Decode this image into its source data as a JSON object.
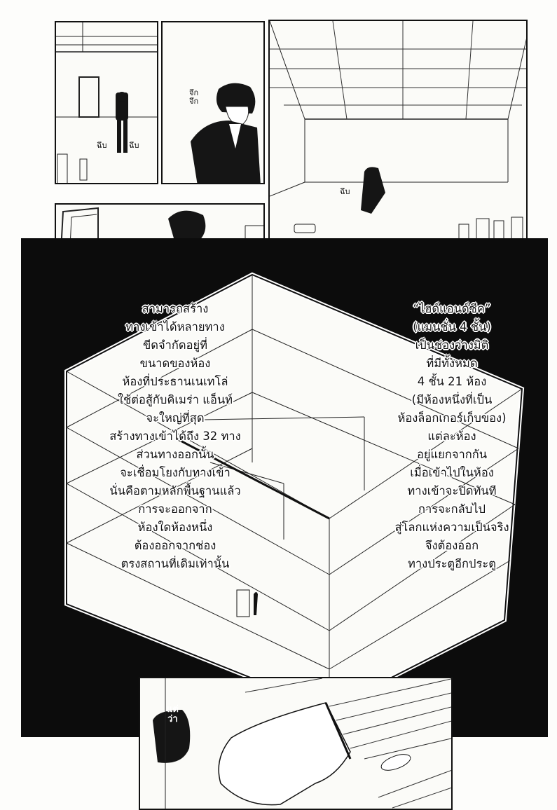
{
  "panels": {
    "panel1": {
      "sfx": [
        "ฉึบ",
        "ฉึบ"
      ]
    },
    "panel2": {
      "sfx": [
        "จึก",
        "จึก"
      ]
    },
    "panel3": {
      "sfx": [
        "ฉึบ"
      ]
    },
    "panel6": {
      "sfx": [
        "แต่",
        "ว่า"
      ]
    }
  },
  "narration_left": [
    "สามารถสร้าง",
    "ทางเข้าได้หลายทาง",
    "ขีดจำกัดอยู่ที่",
    "ขนาดของห้อง",
    "ห้องที่ประธานเนเทโล่",
    "ใช้ต่อสู้กับคิเมร่า แอ็นท์",
    "จะใหญ่ที่สุด",
    "สร้างทางเข้าได้ถึง 32 ทาง",
    "ส่วนทางออกนั้น",
    "จะเชื่อมโยงกับทางเข้า",
    "นั่นคือตามหลักพื้นฐานแล้ว",
    "การจะออกจาก",
    "ห้องใดห้องหนึ่ง",
    "ต้องออกจากช่อง",
    "ตรงสถานที่เดิมเท่านั้น"
  ],
  "narration_right": [
    "“ไฮด์แอนด์ซีค”",
    "(แมนชั่น 4 ชั้น)",
    "เป็นช่องว่างมิติ",
    "ที่มีทั้งหมด",
    "4 ชั้น 21 ห้อง",
    "(มีห้องหนึ่งที่เป็น",
    "ห้องล็อกเกอร์เก็บของ)",
    "แต่ละห้อง",
    "อยู่แยกจากกัน",
    "เมื่อเข้าไปในห้อง",
    "ทางเข้าจะปิดทันที",
    "การจะกลับไป",
    "สู่โลกแห่งความเป็นจริง",
    "จึงต้องออก",
    "ทางประตูอีกประตู"
  ]
}
